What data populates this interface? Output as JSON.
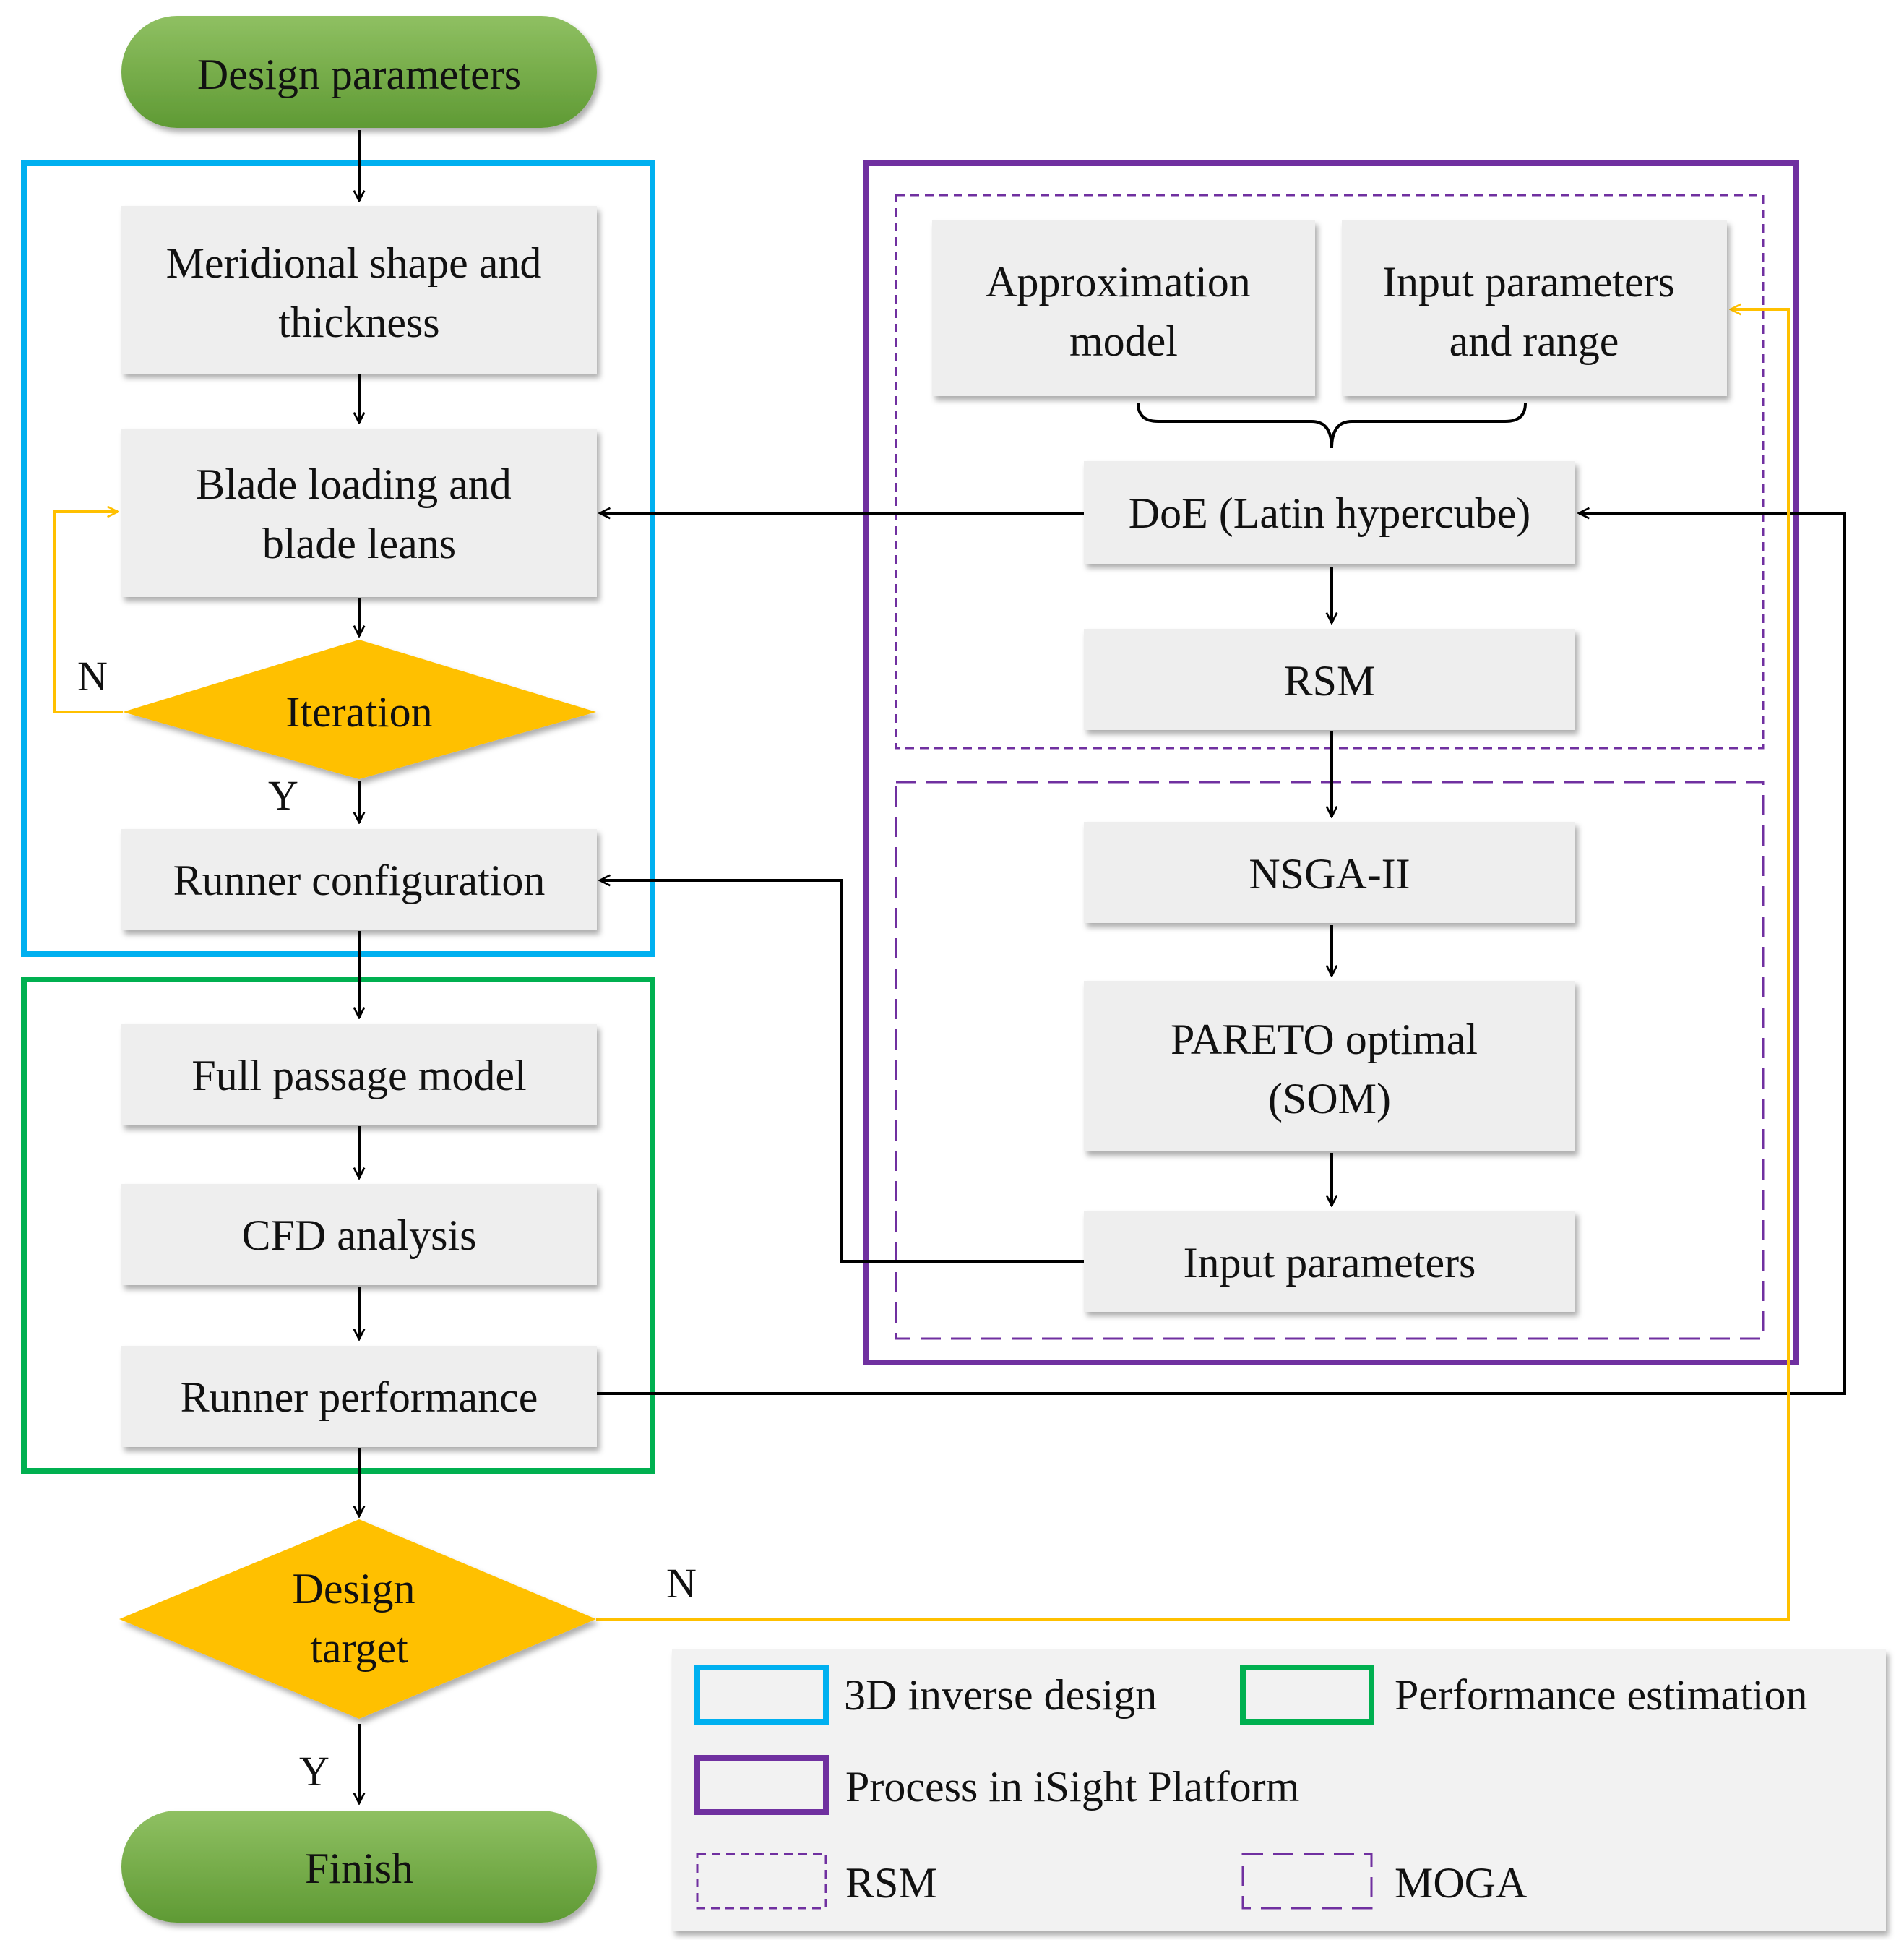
{
  "nodes": {
    "start": [
      "Design parameters"
    ],
    "meridional": [
      "Meridional shape and",
      "thickness"
    ],
    "blade_loading": [
      "Blade loading and",
      "blade leans"
    ],
    "iteration": [
      "Iteration"
    ],
    "runner_config": [
      "Runner configuration"
    ],
    "full_passage": [
      "Full passage model"
    ],
    "cfd": [
      "CFD analysis"
    ],
    "runner_perf": [
      "Runner performance"
    ],
    "design_target": [
      "Design",
      "target"
    ],
    "finish": [
      "Finish"
    ],
    "approx_model": [
      "Approximation",
      "model"
    ],
    "input_range": [
      "Input parameters",
      "and range"
    ],
    "doe": [
      "DoE (Latin hypercube)"
    ],
    "rsm": [
      "RSM"
    ],
    "nsga": [
      "NSGA-II"
    ],
    "pareto": [
      "PARETO optimal",
      "(SOM)"
    ],
    "input_params": [
      "Input parameters"
    ]
  },
  "edge_labels": {
    "iteration_no": "N",
    "iteration_yes": "Y",
    "target_no": "N",
    "target_yes": "Y"
  },
  "legend": {
    "inverse_design": "3D inverse design",
    "performance": "Performance estimation",
    "isight": "Process in iSight Platform",
    "rsm": "RSM",
    "moga": "MOGA"
  },
  "colors": {
    "inverse_design": "#00b0f0",
    "performance": "#00b050",
    "isight": "#7030a0",
    "decision": "#ffc000",
    "terminal": "#70ad47",
    "process_box": "#eeeeee",
    "yes_no_loop": "#ffc000"
  }
}
